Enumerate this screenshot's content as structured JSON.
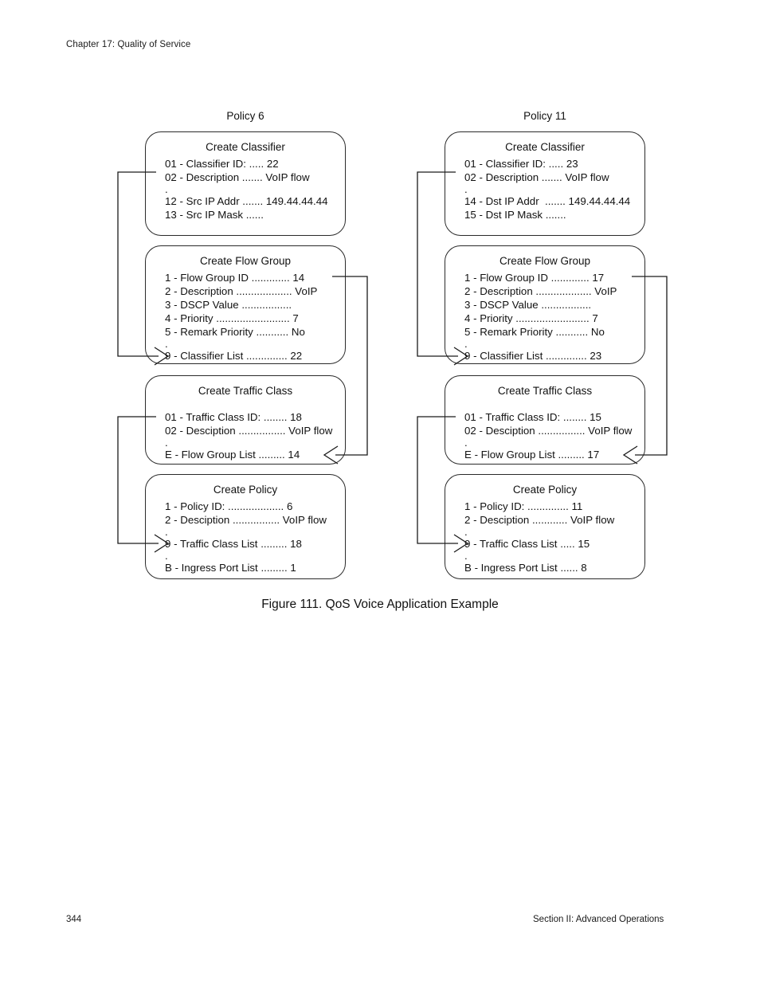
{
  "header": {
    "chapter": "Chapter 17: Quality of Service"
  },
  "footer": {
    "page_number": "344",
    "section": "Section II: Advanced Operations"
  },
  "figure": {
    "caption": "Figure 111. QoS Voice Application Example",
    "columns": [
      {
        "title": "Policy 6",
        "boxes": [
          {
            "title": "Create Classifier",
            "lines": [
              "01 - Classifier ID: ..... 22",
              "02 - Description ....... VoIP flow",
              ".",
              "12 - Src IP Addr ....... 149.44.44.44",
              "13 - Src IP Mask ......"
            ]
          },
          {
            "title": "Create Flow Group",
            "lines": [
              "1 - Flow Group ID ............. 14",
              "2 - Description ................... VoIP",
              "3 - DSCP Value .................",
              "4 - Priority ......................... 7",
              "5 - Remark Priority ........... No",
              ".",
              "9 - Classifier List .............. 22"
            ]
          },
          {
            "title": "Create Traffic Class",
            "lines": [
              "01 - Traffic Class ID: ........ 18",
              "02 - Desciption ................ VoIP flow",
              ".",
              "E - Flow Group List ......... 14"
            ]
          },
          {
            "title": "Create Policy",
            "lines": [
              "1 - Policy ID: ................... 6",
              "2 - Desciption ................ VoIP flow",
              ".",
              "9 - Traffic Class List ......... 18",
              ".",
              "B - Ingress Port List ......... 1"
            ]
          }
        ]
      },
      {
        "title": "Policy 11",
        "boxes": [
          {
            "title": "Create Classifier",
            "lines": [
              "01 - Classifier ID: ..... 23",
              "02 - Description ....... VoIP flow",
              ".",
              "14 - Dst IP Addr  ....... 149.44.44.44",
              "15 - Dst IP Mask ......."
            ]
          },
          {
            "title": "Create Flow Group",
            "lines": [
              "1 - Flow Group ID ............. 17",
              "2 - Description ................... VoIP",
              "3 - DSCP Value .................",
              "4 - Priority ......................... 7",
              "5 - Remark Priority ........... No",
              ".",
              "9 - Classifier List .............. 23"
            ]
          },
          {
            "title": "Create Traffic Class",
            "lines": [
              "01 - Traffic Class ID: ........ 15",
              "02 - Desciption ................ VoIP flow",
              ".",
              "E - Flow Group List ......... 17"
            ]
          },
          {
            "title": "Create Policy",
            "lines": [
              "1 - Policy ID: .............. 11",
              "2 - Desciption ............ VoIP flow",
              ".",
              "9 - Traffic Class List ..... 15",
              ".",
              "B - Ingress Port List ...... 8"
            ]
          }
        ]
      }
    ]
  }
}
